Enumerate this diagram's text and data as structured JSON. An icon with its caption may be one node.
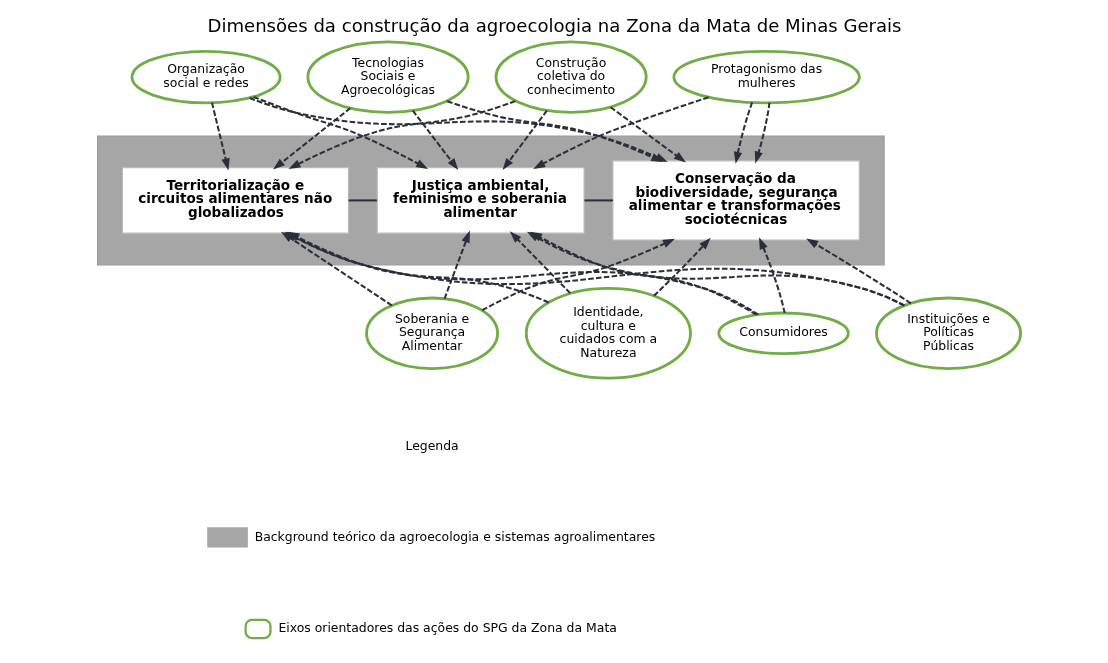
{
  "diagram": {
    "title": "Dimensões da construção da agroecologia na Zona da Mata de Minas Gerais",
    "nodes": [
      {
        "text": [
          "Organização social e redes"
        ]
      },
      {
        "text": [
          "Tecnologias Sociais e Agroecológicas"
        ]
      },
      {
        "text": [
          "Protagonismo das mulheres"
        ]
      },
      {
        "text": [
          "Construção coletiva do conhecimento"
        ]
      },
      {
        "text": [],
        "shape": "bar"
      },
      {
        "text": [
          "Conservação da biodiversidade, segurança alimentar e transformações sociotécnicas"
        ],
        "in": 4
      },
      {
        "text": [
          "Justiça ambiental, feminismo e soberania alimentar"
        ],
        "in": 4
      },
      {
        "text": [
          "Territorialização e circuitos alimentares não globalizados"
        ],
        "in": 4
      },
      {
        "text": [
          "Soberania e Segurança Alimentar"
        ]
      },
      {
        "text": [
          "Identidade, cultura e cuidados com a Natureza"
        ]
      },
      {
        "text": [
          "Consumidores"
        ]
      },
      {
        "text": [
          "Instituições e Políticas Públicas"
        ]
      }
    ],
    "edges": [
      {
        "from": 5,
        "to": 6,
        "arrow": "none"
      },
      {
        "from": 6,
        "to": 7,
        "arrow": "none"
      },
      {
        "from": 2,
        "to": 5,
        "arrow": "to",
        "style": "dashed"
      },
      {
        "from": 2,
        "to": 5,
        "arrow": "to",
        "style": "dashed"
      },
      {
        "from": 2,
        "to": 6,
        "arrow": "to",
        "style": "dashed"
      },
      {
        "from": 0,
        "to": 5,
        "arrow": "to",
        "style": "dashed"
      },
      {
        "from": 0,
        "to": 6,
        "arrow": "to",
        "style": "dashed"
      },
      {
        "from": 0,
        "to": 7,
        "arrow": "to",
        "style": "dashed"
      },
      {
        "from": 1,
        "to": 5,
        "arrow": "to",
        "style": "dashed"
      },
      {
        "from": 1,
        "to": 6,
        "arrow": "to",
        "style": "dashed"
      },
      {
        "from": 1,
        "to": 7,
        "arrow": "to",
        "style": "dashed"
      },
      {
        "from": 3,
        "to": 5,
        "arrow": "to",
        "style": "dashed"
      },
      {
        "from": 3,
        "to": 6,
        "arrow": "to",
        "style": "dashed"
      },
      {
        "from": 3,
        "to": 7,
        "arrow": "to",
        "style": "dashed"
      },
      {
        "from": 8,
        "to": 5,
        "arrow": "to",
        "style": "dashed"
      },
      {
        "from": 8,
        "to": 6,
        "arrow": "to",
        "style": "dashed"
      },
      {
        "from": 8,
        "to": 7,
        "arrow": "to",
        "style": "dashed"
      },
      {
        "from": 11,
        "to": 5,
        "arrow": "to",
        "style": "dashed"
      },
      {
        "from": 11,
        "to": 6,
        "arrow": "to",
        "style": "dashed"
      },
      {
        "from": 11,
        "to": 7,
        "arrow": "to",
        "style": "dashed"
      },
      {
        "from": 9,
        "to": 5,
        "arrow": "to",
        "style": "dashed"
      },
      {
        "from": 9,
        "to": 6,
        "arrow": "to",
        "style": "dashed"
      },
      {
        "from": 9,
        "to": 7,
        "arrow": "to",
        "style": "dashed"
      },
      {
        "from": 10,
        "to": 5,
        "arrow": "to",
        "style": "dashed"
      },
      {
        "from": 10,
        "to": 6,
        "arrow": "to",
        "style": "dashed"
      },
      {
        "from": 10,
        "to": 7,
        "arrow": "to",
        "style": "dashed"
      }
    ],
    "labels": [
      "Legenda"
    ],
    "legend": [
      {
        "text": "Background teórico da agroecologia e sistemas agroalimentares",
        "color": "#a6a6a6"
      },
      {
        "text": "Eixos orientadores das ações do SPG da Zona da Mata"
      }
    ]
  }
}
